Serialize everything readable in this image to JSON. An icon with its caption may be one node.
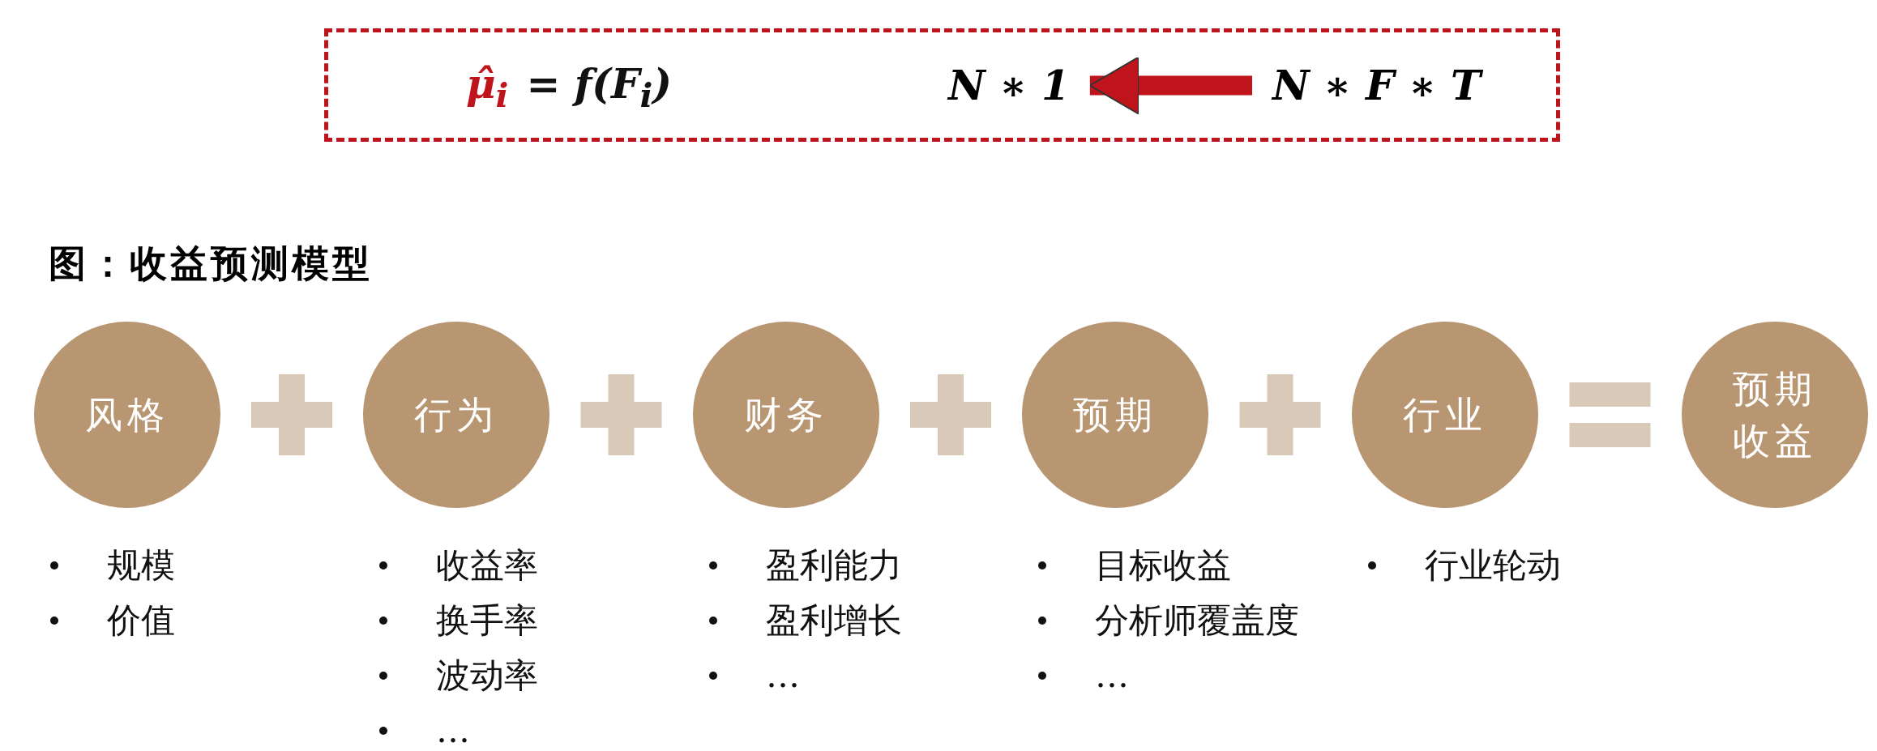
{
  "diagram": {
    "title": "图：收益预测模型",
    "nodes": [
      {
        "text": [
          "μ̂$_{i}$",
          "= f(F$_{i}$)"
        ]
      },
      {
        "text": [
          "N ∗ 1"
        ],
        "in": 0
      },
      {
        "text": [
          "N ∗ F ∗ T"
        ],
        "in": 0
      },
      {
        "text": [
          "风格"
        ],
        "beside": [
          "规模",
          "价值"
        ]
      },
      {
        "text": [
          "行为"
        ],
        "beside": [
          "收益率",
          "换手率",
          "波动率",
          "…"
        ]
      },
      {
        "text": [
          "财务"
        ],
        "beside": [
          "盈利能力",
          "盈利增长",
          "…"
        ]
      },
      {
        "text": [
          "预期"
        ],
        "beside": [
          "目标收益",
          "分析师覆盖度",
          "…"
        ]
      },
      {
        "text": [
          "行业"
        ],
        "beside": [
          "行业轮动"
        ]
      },
      {
        "text": [
          "预期收益"
        ]
      }
    ],
    "edges": [
      {
        "from": 2,
        "to": 1,
        "arrow": "to",
        "color": "#c0141c"
      }
    ]
  }
}
